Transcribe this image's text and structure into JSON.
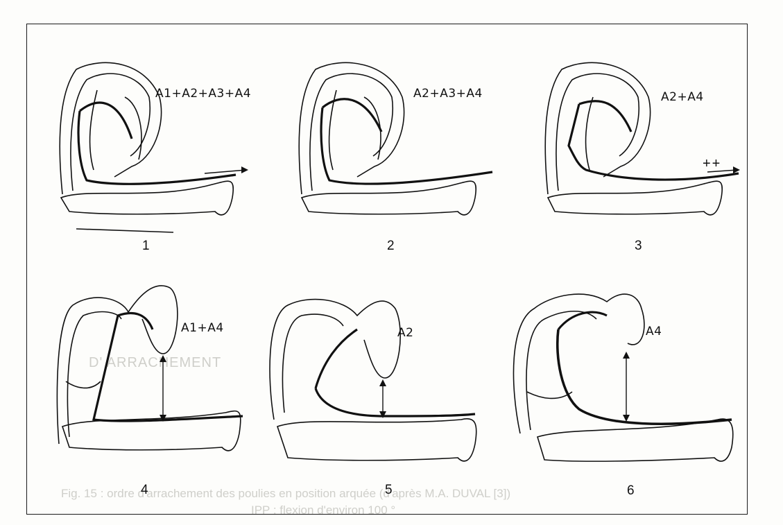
{
  "background_ghost": {
    "line1": "D' ARRACHEMENT",
    "caption_line1": "Fig. 15 : ordre d'arrachement des poulies en position arquée (d'après M.A. DUVAL [3])",
    "caption_line2": "IPP : flexion d'environ 100 °"
  },
  "panels": [
    {
      "number": "1",
      "label": "A1+A2+A3+A4",
      "extra": "",
      "pulleys": [
        "A1",
        "A2",
        "A3",
        "A4"
      ],
      "arrow": "pull"
    },
    {
      "number": "2",
      "label": "A2+A3+A4",
      "extra": "",
      "pulleys": [
        "A2",
        "A3",
        "A4"
      ],
      "arrow": "none"
    },
    {
      "number": "3",
      "label": "A2+A4",
      "extra": "++",
      "pulleys": [
        "A2",
        "A4"
      ],
      "arrow": "strong-pull"
    },
    {
      "number": "4",
      "label": "A1+A4",
      "extra": "",
      "pulleys": [
        "A1",
        "A4"
      ],
      "arrow": "vertical"
    },
    {
      "number": "5",
      "label": "A2",
      "extra": "",
      "pulleys": [
        "A2"
      ],
      "arrow": "vertical"
    },
    {
      "number": "6",
      "label": "A4",
      "extra": "",
      "pulleys": [
        "A4"
      ],
      "arrow": "vertical"
    }
  ],
  "colors": {
    "ink": "#111111",
    "ghost": "#cfcfca",
    "paper": "#fdfdfb"
  }
}
